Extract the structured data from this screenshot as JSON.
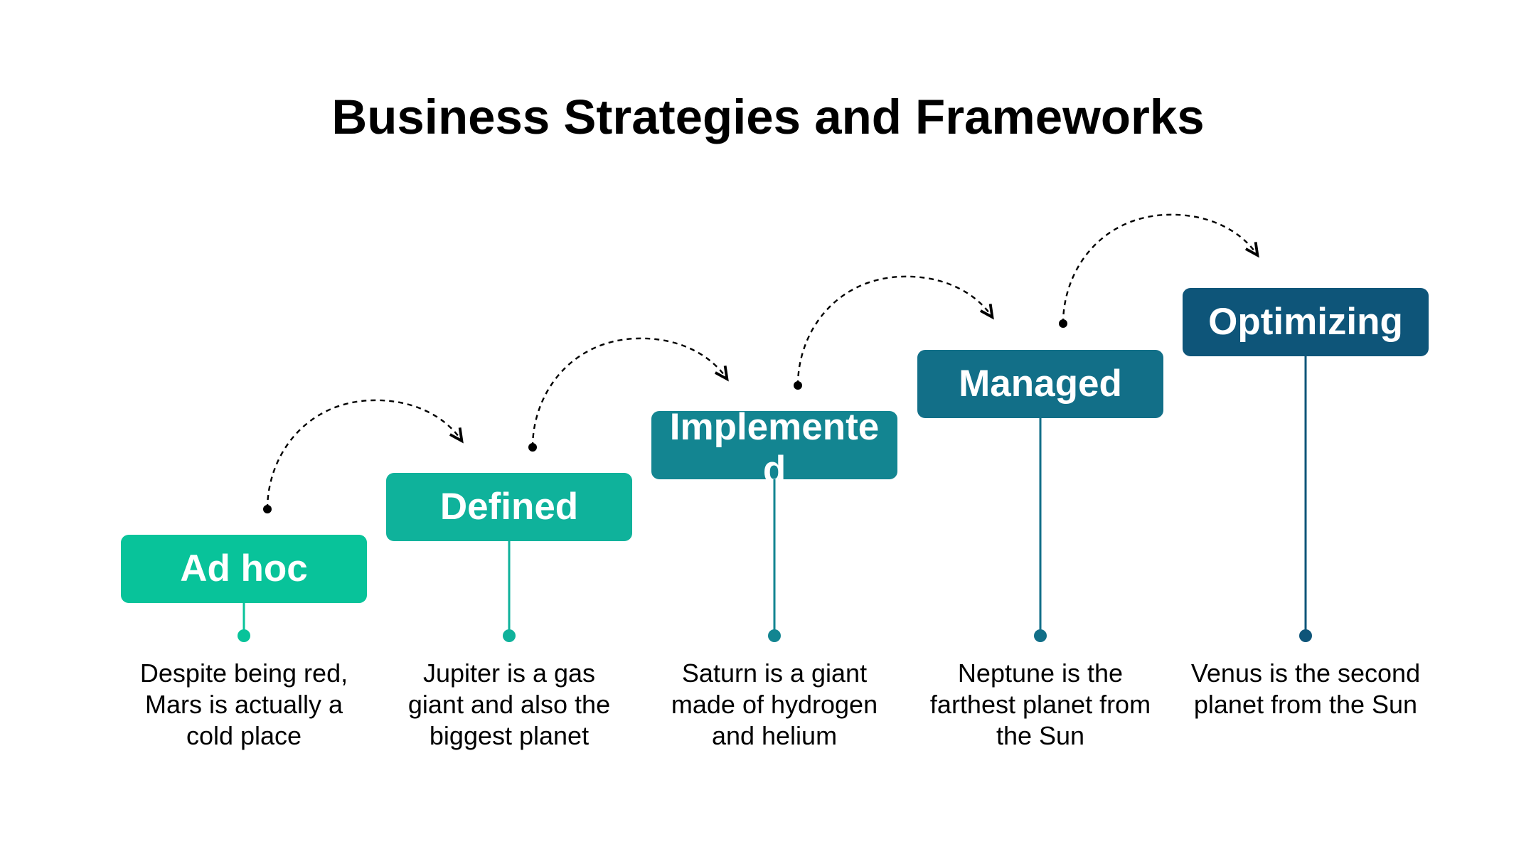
{
  "title": "Business Strategies and Frameworks",
  "colors": {
    "stage1": "#08C39A",
    "stage2": "#0FB29B",
    "stage3": "#138591",
    "stage4": "#126F88",
    "stage5": "#0E5579",
    "connector_arrow": "#000000"
  },
  "stages": [
    {
      "label": "Ad hoc",
      "description": "Despite being red, Mars is actually a cold place"
    },
    {
      "label": "Defined",
      "description": "Jupiter is a gas giant and also the biggest planet"
    },
    {
      "label": "Implemented",
      "description": "Saturn is a giant made of hydrogen and helium"
    },
    {
      "label": "Managed",
      "description": "Neptune is the farthest planet from the Sun"
    },
    {
      "label": "Optimizing",
      "description": "Venus is the second planet from the Sun"
    }
  ]
}
